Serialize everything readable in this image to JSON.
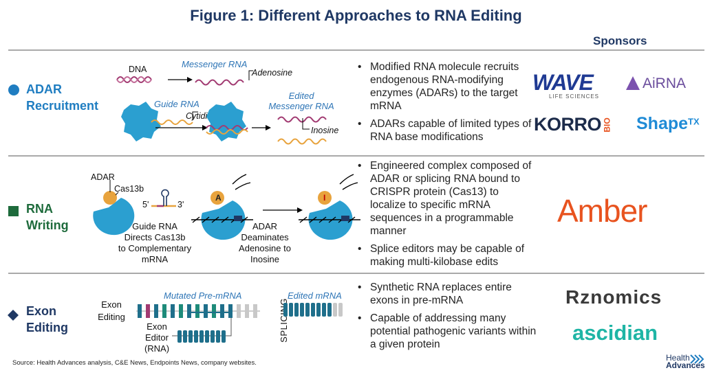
{
  "title": "Figure 1: Different Approaches to RNA Editing",
  "sponsors_header": "Sponsors",
  "rows": {
    "adar": {
      "category": [
        "ADAR",
        "Recruitment"
      ],
      "bullets": [
        "Modified RNA molecule recruits endogenous RNA-modifying enzymes (ADARs) to the target mRNA",
        "ADARs capable of limited types of RNA base modifications"
      ],
      "diagram": {
        "dna": "DNA",
        "messenger_rna": "Messenger RNA",
        "adenosine": "Adenosine",
        "guide_rna": "Guide RNA",
        "cytidine": "Cytidine",
        "edited_mrna_1": "Edited",
        "edited_mrna_2": "Messenger RNA",
        "inosine": "Inosine"
      },
      "sponsors": [
        "WAVE",
        "LIFE SCIENCES",
        "AiRNA",
        "KORRO",
        "BIO",
        "Shape",
        "TX"
      ]
    },
    "rna_writing": {
      "category": [
        "RNA",
        "Writing"
      ],
      "bullets": [
        "Engineered complex composed of ADAR or splicing RNA bound to CRISPR protein (Cas13) to localize to specific mRNA sequences in a programmable manner",
        "Splice editors may be capable of making multi-kilobase edits"
      ],
      "diagram": {
        "adar": "ADAR",
        "cas13b": "Cas13b",
        "five_prime": "5'",
        "three_prime": "3'",
        "a_mark": "A",
        "i_mark": "I",
        "step1": [
          "Guide RNA",
          "Directs Cas13b",
          "to Complementary",
          "mRNA"
        ],
        "step2": [
          "ADAR",
          "Deaminates",
          "Adenosine to",
          "Inosine"
        ]
      },
      "sponsors": [
        "Amber"
      ]
    },
    "exon": {
      "category": [
        "Exon",
        "Editing"
      ],
      "bullets": [
        "Synthetic RNA replaces entire exons in pre-mRNA",
        "Capable of addressing many potential pathogenic variants within a given protein"
      ],
      "diagram": {
        "exon_editing": [
          "Exon",
          "Editing"
        ],
        "mutated": "Mutated Pre-mRNA",
        "splicing": "SPLICING",
        "edited_mrna": "Edited mRNA",
        "exon_editor": [
          "Exon",
          "Editor",
          "(RNA)"
        ]
      },
      "sponsors": [
        "Rznomics",
        "ascidian"
      ]
    }
  },
  "source": "Source:  Health Advances analysis, C&E News, Endpoints News, company websites.",
  "footer_logo": [
    "Health",
    "Advances"
  ],
  "colors": {
    "navy": "#1f3864",
    "adar_blue": "#1f7dc1",
    "writing_green": "#1e6b3c",
    "exon_navy": "#1f3864",
    "dna": "#a23b72",
    "rna_orange": "#e8a33d",
    "protein": "#2b9fd0",
    "amber": "#e8531f",
    "ascidian": "#1fb5a5"
  }
}
